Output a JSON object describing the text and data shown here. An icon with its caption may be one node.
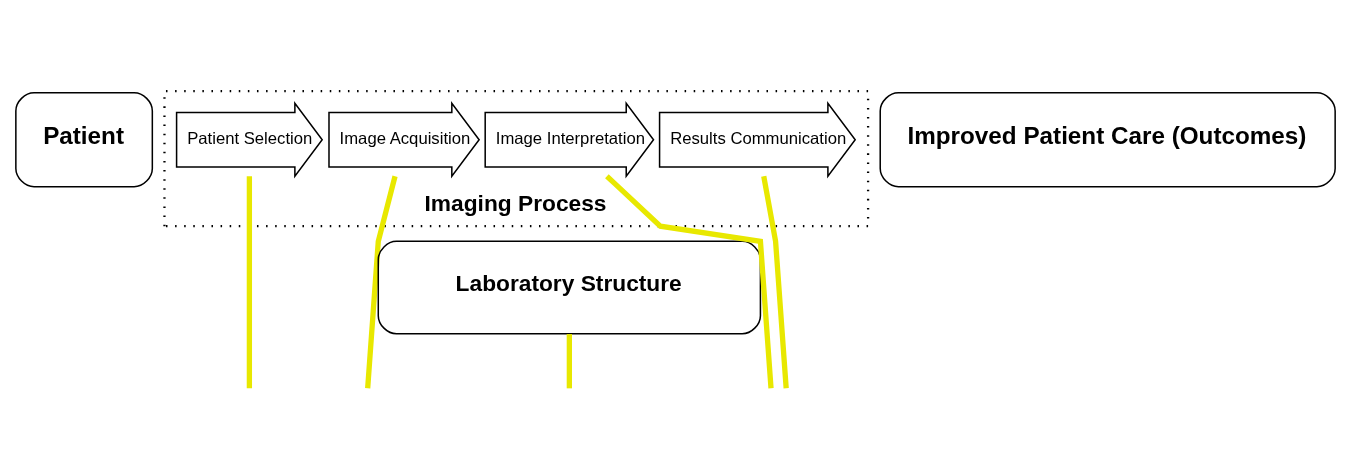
{
  "diagram": {
    "nodes": [
      {
        "text": [
          "Patient"
        ]
      },
      {
        "text": [
          "Imaging Process"
        ]
      },
      {
        "text": [
          "Patient Selection"
        ],
        "in": 1
      },
      {
        "text": [
          "Image Acquisition"
        ],
        "in": 1
      },
      {
        "text": [
          "Image Interpretation"
        ],
        "in": 1
      },
      {
        "text": [
          "Results Communication"
        ],
        "in": 1
      },
      {
        "text": [
          "Improved Patient Care (Outcomes)"
        ]
      },
      {
        "text": [
          "Laboratory Structure"
        ]
      }
    ],
    "edges": [
      {
        "from": 2,
        "to": null,
        "arrow": "none"
      },
      {
        "from": 7,
        "to": null,
        "arrow": "none"
      },
      {
        "from": 3,
        "to": null,
        "arrow": "none"
      },
      {
        "from": 4,
        "to": null,
        "arrow": "none"
      },
      {
        "from": 5,
        "to": null,
        "arrow": "none"
      }
    ]
  }
}
